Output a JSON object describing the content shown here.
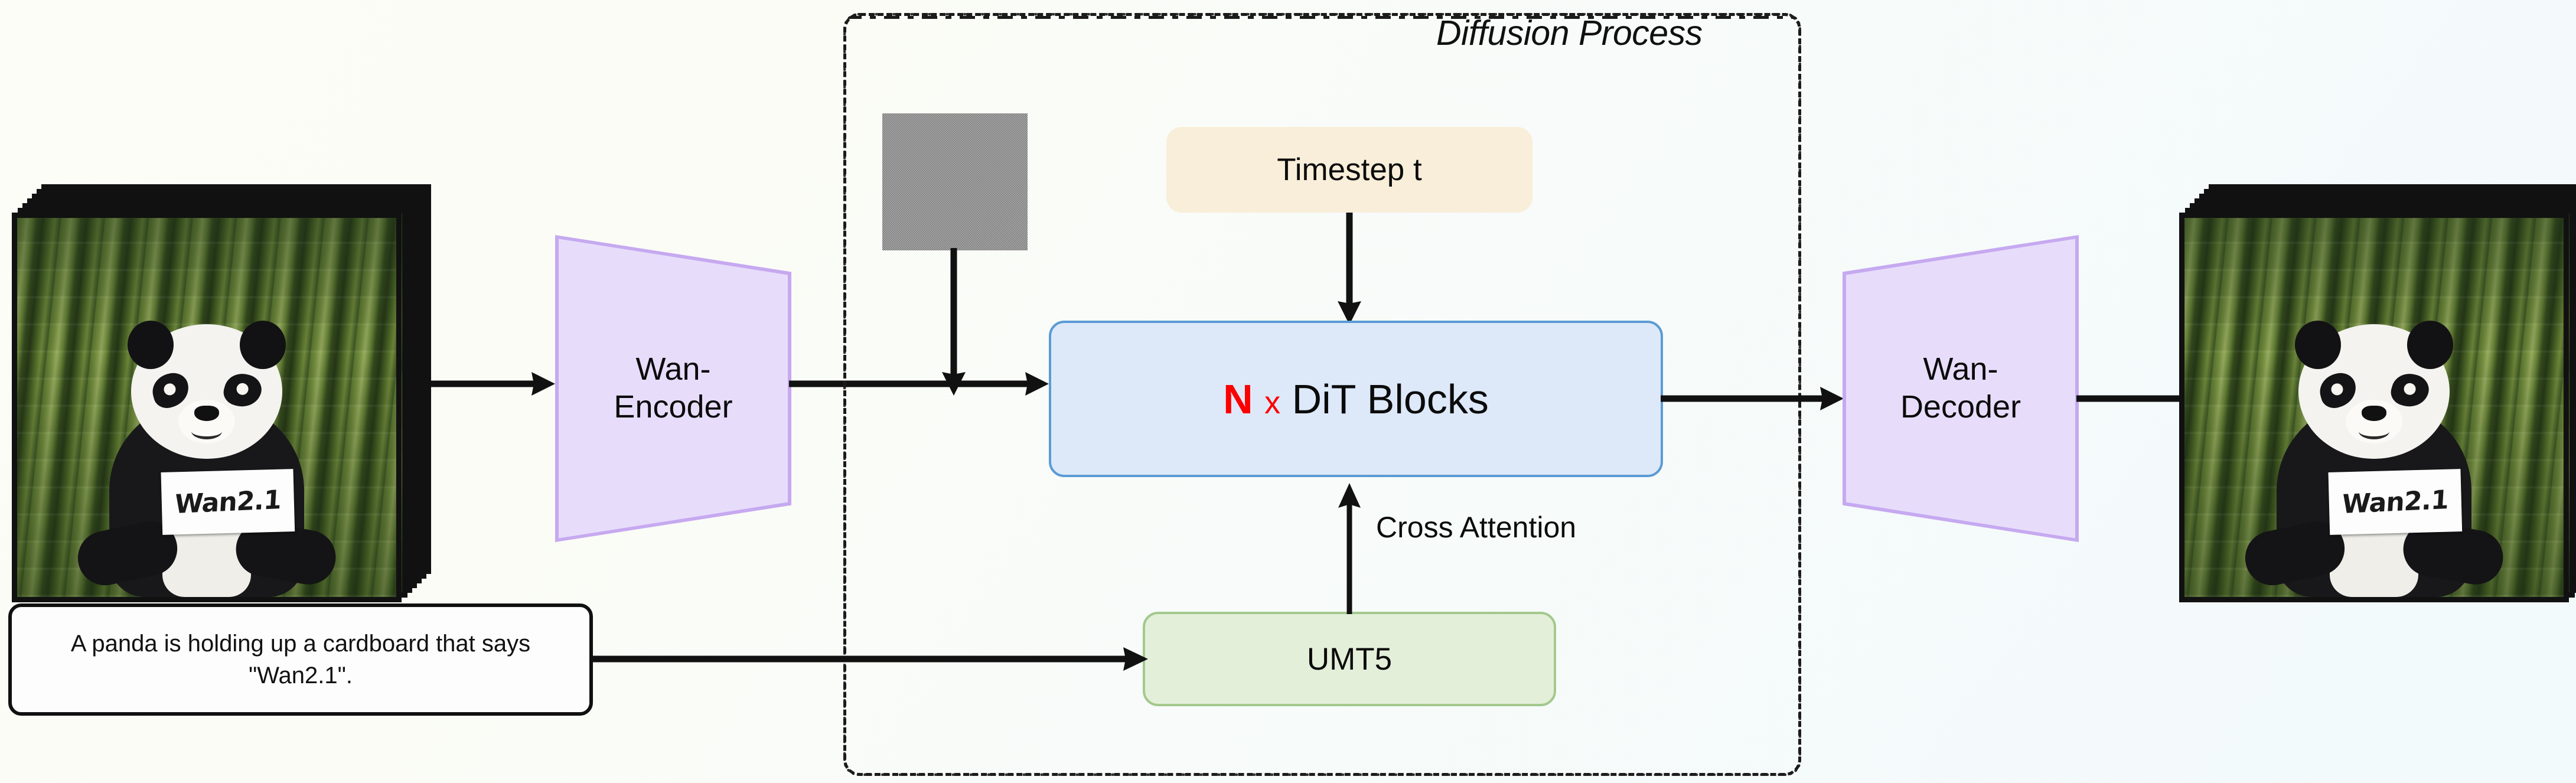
{
  "figure": {
    "title": "Wan2.1 diffusion pipeline diagram",
    "background_start": "#fdfdf7",
    "background_end": "#f2fafc"
  },
  "diffusion_group": {
    "title": "Diffusion Process",
    "border_style": "dash-dot"
  },
  "blocks": {
    "encoder": {
      "line1": "Wan-",
      "line2": "Encoder",
      "fill": "#e7ddfb",
      "stroke": "#c6a9f0"
    },
    "decoder": {
      "line1": "Wan-",
      "line2": "Decoder",
      "fill": "#e7ddfb",
      "stroke": "#c6a9f0"
    },
    "timestep": {
      "label": "Timestep t",
      "fill": "#f8eed9"
    },
    "dit": {
      "count": "N",
      "multiplier": "x",
      "label": "DiT Blocks",
      "fill": "#dde9f9",
      "stroke": "#5b9bd5",
      "count_color": "#fc0000"
    },
    "umt5": {
      "label": "UMT5",
      "fill": "#e4efd9",
      "stroke": "#a3c98c"
    },
    "noise": {
      "name": "noise-latent-patch"
    }
  },
  "prompt": {
    "text": "A panda is holding up a cardboard that says \"Wan2.1\"."
  },
  "edges": {
    "cross_attention": "Cross Attention"
  },
  "media": {
    "input_stack": {
      "sign_text": "Wan2.1",
      "frame_count": 7
    },
    "output_stack": {
      "sign_text": "Wan2.1",
      "frame_count": 7
    }
  }
}
